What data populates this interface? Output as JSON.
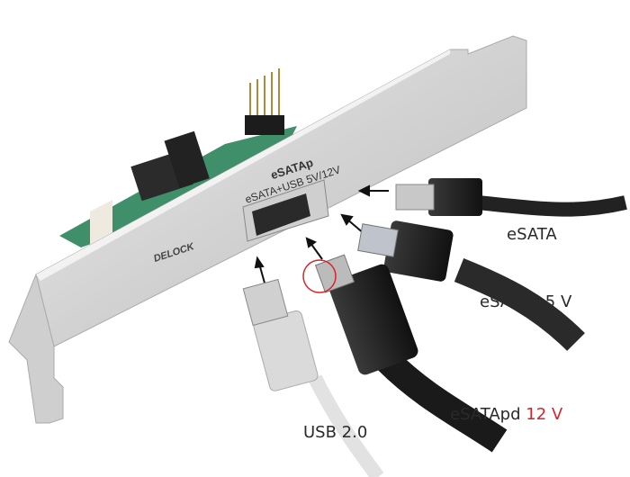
{
  "product": {
    "brand": "DELOCK",
    "plate_title": "eSATAp",
    "plate_subtitle": "eSATA+USB 5V/12V"
  },
  "labels": {
    "esata": "eSATA",
    "esatap": "eSATAp 5 V",
    "esatapd_prefix": "eSATApd",
    "esatapd_voltage": "12 V",
    "usb": "USB 2.0"
  },
  "colors": {
    "bracket": "#d6d6d6",
    "pcb": "#3f8f6a",
    "cable_black": "#1e1e1e",
    "cable_white": "#e2e2e2",
    "highlight_circle": "#d8232a"
  }
}
